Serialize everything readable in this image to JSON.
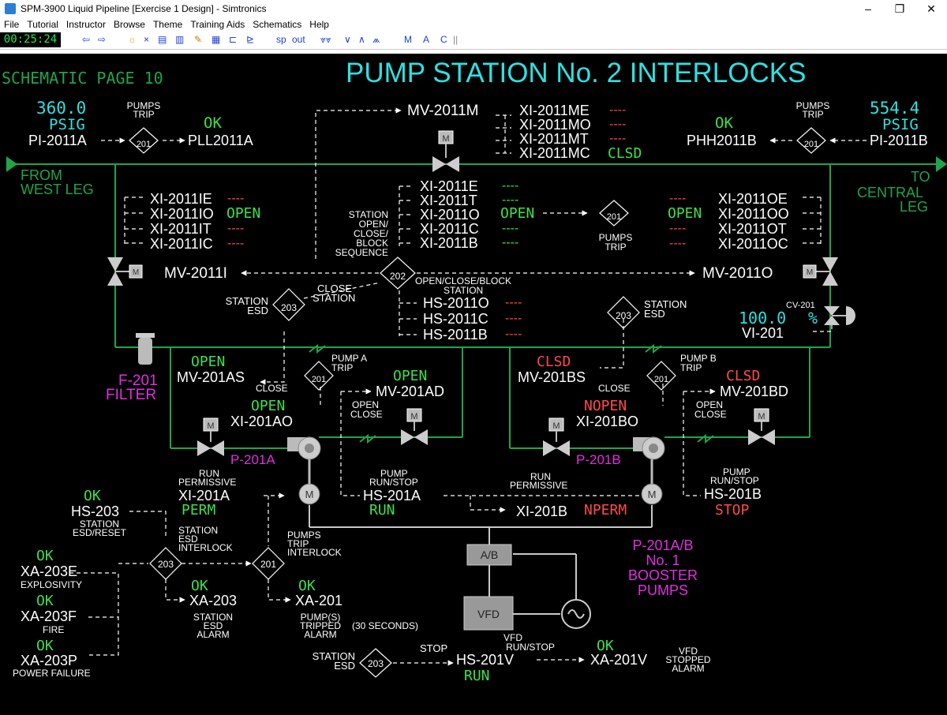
{
  "window": {
    "title": "SPM-3900 Liquid Pipeline [Exercise 1 Design] - Simtronics",
    "min": "–",
    "max": "❐",
    "close": "✕"
  },
  "menu": [
    "File",
    "Tutorial",
    "Instructor",
    "Browse",
    "Theme",
    "Training Aids",
    "Schematics",
    "Help"
  ],
  "toolbar": {
    "clock": "00:25:24",
    "sp": "sp",
    "out": "out",
    "m": "M",
    "a": "A",
    "c": "C"
  },
  "page": {
    "label": "SCHEMATIC PAGE 10",
    "title": "PUMP STATION No. 2 INTERLOCKS"
  },
  "left_pi": {
    "value": "360.0",
    "unit": "PSIG",
    "tag": "PI-2011A",
    "trip1": "PUMPS",
    "trip2": "TRIP",
    "num": "201",
    "ok": "OK",
    "pll": "PLL2011A",
    "from1": "FROM",
    "from2": "WEST LEG"
  },
  "right_pi": {
    "value": "554.4",
    "unit": "PSIG",
    "tag": "PI-2011B",
    "trip1": "PUMPS",
    "trip2": "TRIP",
    "num": "201",
    "ok": "OK",
    "phh": "PHH2011B",
    "to1": "TO",
    "to2": "CENTRAL",
    "to3": "LEG"
  },
  "mv2011m": {
    "tag": "MV-2011M",
    "rows": [
      [
        "XI-2011ME",
        "----"
      ],
      [
        "XI-2011MO",
        "----"
      ],
      [
        "XI-2011MT",
        "----"
      ],
      [
        "XI-2011MC",
        "CLSD"
      ]
    ]
  },
  "mv2011i": {
    "tag": "MV-2011I",
    "rows": [
      [
        "XI-2011IE",
        "----"
      ],
      [
        "XI-2011IO",
        "OPEN"
      ],
      [
        "XI-2011IT",
        "----"
      ],
      [
        "XI-2011IC",
        "----"
      ]
    ]
  },
  "mv2011o": {
    "tag": "MV-2011O",
    "rows": [
      [
        "XI-2011OE",
        "----"
      ],
      [
        "XI-2011OO",
        "OPEN"
      ],
      [
        "XI-2011OT",
        "----"
      ],
      [
        "XI-2011OC",
        "----"
      ]
    ]
  },
  "station_rows": [
    [
      "XI-2011E",
      "----"
    ],
    [
      "XI-2011T",
      "----"
    ],
    [
      "XI-2011O",
      "OPEN"
    ],
    [
      "XI-2011C",
      "----"
    ],
    [
      "XI-2011B",
      "----"
    ]
  ],
  "station_seq": [
    "STATION",
    "OPEN/",
    "CLOSE/",
    "BLOCK",
    "SEQUENCE"
  ],
  "pumps_trip_mid": {
    "num": "201",
    "l1": "PUMPS",
    "l2": "TRIP"
  },
  "d202": {
    "num": "202",
    "l1": "OPEN/CLOSE/BLOCK",
    "l2": "STATION"
  },
  "hs_rows": [
    [
      "HS-2011O",
      "----"
    ],
    [
      "HS-2011C",
      "----"
    ],
    [
      "HS-2011B",
      "----"
    ]
  ],
  "close_station": {
    "l1": "CLOSE",
    "l2": "STATION",
    "st1": "STATION",
    "st2": "ESD",
    "num": "203"
  },
  "right_esd": {
    "num": "203",
    "l1": "STATION",
    "l2": "ESD"
  },
  "cv201": {
    "tag": "CV-201",
    "value": "100.0",
    "unit": "%",
    "vi": "VI-201"
  },
  "filter": {
    "l1": "F-201",
    "l2": "FILTER"
  },
  "pump_a": {
    "trip1": "PUMP A",
    "trip2": "TRIP",
    "num": "201",
    "mv_as_state": "OPEN",
    "mv_as": "MV-201AS",
    "close": "CLOSE",
    "xi_ao_state": "OPEN",
    "xi_ao": "XI-201AO",
    "mv_ad_state": "OPEN",
    "mv_ad": "MV-201AD",
    "open": "OPEN",
    "close2": "CLOSE",
    "pump": "P-201A",
    "run1": "RUN",
    "run2": "PERMISSIVE",
    "xi201a": "XI-201A",
    "perm": "PERM",
    "hs1": "PUMP",
    "hs2": "RUN/STOP",
    "hs": "HS-201A",
    "hs_state": "RUN"
  },
  "pump_b": {
    "trip1": "PUMP B",
    "trip2": "TRIP",
    "num": "201",
    "mv_bs_state": "CLSD",
    "mv_bs": "MV-201BS",
    "close": "CLOSE",
    "xi_bo_state": "NOPEN",
    "xi_bo": "XI-201BO",
    "mv_bd_state": "CLSD",
    "mv_bd": "MV-201BD",
    "open": "OPEN",
    "close2": "CLOSE",
    "pump": "P-201B",
    "run1": "RUN",
    "run2": "PERMISSIVE",
    "xi201b": "XI-201B",
    "nperm": "NPERM",
    "hs1": "PUMP",
    "hs2": "RUN/STOP",
    "hs": "HS-201B",
    "hs_state": "STOP"
  },
  "booster": [
    "P-201A/B",
    "No. 1",
    "BOOSTER",
    "PUMPS"
  ],
  "esd": {
    "hs_state": "OK",
    "hs": "HS-203",
    "hs_l1": "STATION",
    "hs_l2": "ESD/RESET",
    "il1": "STATION",
    "il2": "ESD",
    "il3": "INTERLOCK",
    "num": "203",
    "xa_state": "OK",
    "xa": "XA-203",
    "xa_l1": "STATION",
    "xa_l2": "ESD",
    "xa_l3": "ALARM"
  },
  "trip": {
    "l1": "PUMPS",
    "l2": "TRIP",
    "l3": "INTERLOCK",
    "num": "201",
    "xa_state": "OK",
    "xa": "XA-201",
    "xa_l1": "PUMP(S)",
    "xa_l2": "TRIPPED",
    "xa_l3": "(30 SECONDS)",
    "xa_l4": "ALARM"
  },
  "alarms": [
    {
      "state": "OK",
      "tag": "XA-203E",
      "desc": "EXPLOSIVITY"
    },
    {
      "state": "OK",
      "tag": "XA-203F",
      "desc": "FIRE"
    },
    {
      "state": "OK",
      "tag": "XA-203P",
      "desc": "POWER FAILURE"
    }
  ],
  "vfd": {
    "ab": "A/B",
    "vfd": "VFD",
    "esd1": "STATION",
    "esd2": "ESD",
    "num": "203",
    "stop": "STOP",
    "hs": "HS-201V",
    "hs_state": "RUN",
    "rs1": "VFD",
    "rs2": "RUN/STOP",
    "xa_state": "OK",
    "xa": "XA-201V",
    "xa_l1": "VFD",
    "xa_l2": "STOPPED",
    "xa_l3": "ALARM"
  },
  "colors": {
    "bg": "#000000",
    "green_line": "#1fa54a",
    "status_green": "#3ee04a",
    "cyan": "#2fe0e0",
    "magenta": "#e22fe0",
    "red": "#ff4a4a",
    "white": "#ffffff",
    "gray": "#c8c8c8"
  }
}
